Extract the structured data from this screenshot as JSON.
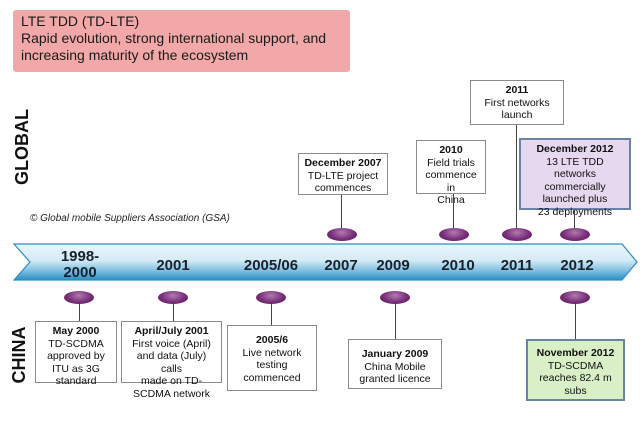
{
  "header": {
    "title": "LTE TDD (TD-LTE)",
    "line1": "Rapid evolution, strong international  support, and",
    "line2": "increasing maturity of the ecosystem"
  },
  "side_labels": {
    "global": "GLOBAL",
    "china": "CHINA"
  },
  "credit": "© Global mobile Suppliers Association (GSA)",
  "timeline": {
    "years": [
      "1998-",
      "2000",
      "2001",
      "2005/06",
      "2007",
      "2009",
      "2010",
      "2011",
      "2012"
    ]
  },
  "global_events": [
    {
      "title": "December 2007",
      "lines": [
        "TD-LTE project",
        "commences"
      ]
    },
    {
      "title": "2010",
      "lines": [
        "Field trials",
        "commence in",
        "China"
      ]
    },
    {
      "title": "2011",
      "lines": [
        "First networks",
        "launch"
      ]
    },
    {
      "title": "December 2012",
      "lines": [
        "13 LTE TDD networks",
        "commercially",
        "launched plus",
        "23 deployments"
      ]
    }
  ],
  "china_events": [
    {
      "title": "May 2000",
      "lines": [
        "TD-SCDMA",
        "approved by",
        "ITU as 3G",
        "standard"
      ]
    },
    {
      "title": "April/July 2001",
      "lines": [
        "First voice (April)",
        "and data (July) calls",
        "made on TD-",
        "SCDMA network"
      ]
    },
    {
      "title": "2005/6",
      "lines": [
        "Live network",
        "testing",
        "commenced"
      ]
    },
    {
      "title": "January 2009",
      "lines": [
        "China Mobile",
        "granted licence"
      ]
    },
    {
      "title": "November 2012",
      "lines": [
        "TD-SCDMA",
        "reaches 82.4 m",
        "subs"
      ]
    }
  ],
  "colors": {
    "header_bg": "#f2a8a8",
    "arrow_light": "#e4f2fa",
    "arrow_dark": "#2b8fc4",
    "disc": "#7a2f7a",
    "highlight_purple": "#e6d9ef",
    "highlight_green": "#d9f0c6"
  }
}
